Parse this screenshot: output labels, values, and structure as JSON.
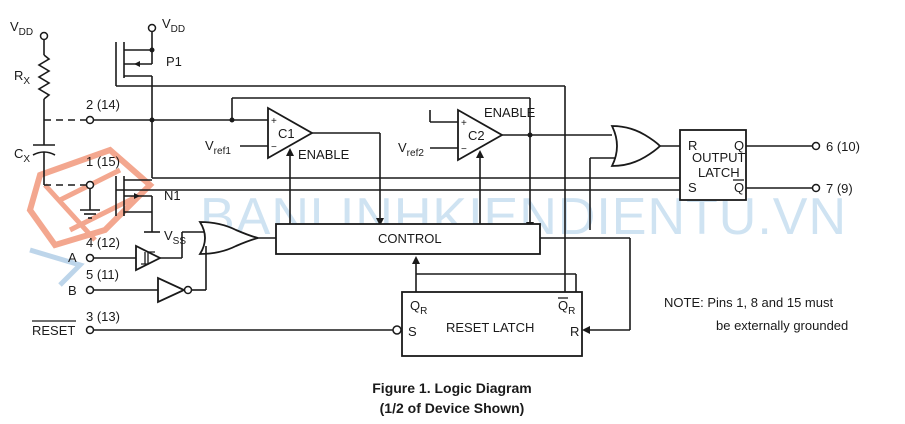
{
  "figure": {
    "caption_line1": "Figure 1. Logic Diagram",
    "caption_line2": "(1/2 of Device Shown)"
  },
  "watermark": {
    "text": "BANLINHKIENDIENTU.VN",
    "color": "#cfe3f2",
    "logo_color": "#f08a6a"
  },
  "supply": {
    "vdd_main": "V",
    "vdd_main_sub": "DD",
    "vdd_p1": "V",
    "vdd_p1_sub": "DD",
    "vss": "V",
    "vss_sub": "SS"
  },
  "components": {
    "rx": "R",
    "rx_sub": "X",
    "cx": "C",
    "cx_sub": "X",
    "p1": "P1",
    "n1": "N1",
    "c1": "C1",
    "c2": "C2",
    "vref1": "V",
    "vref1_sub": "ref1",
    "vref2": "V",
    "vref2_sub": "ref2",
    "c1_plus": "+",
    "c1_minus": "−",
    "c2_plus": "+",
    "c2_minus": "−",
    "enable1": "ENABLE",
    "enable2": "ENABLE",
    "control": "CONTROL",
    "output_latch_line1": "OUTPUT",
    "output_latch_line2": "LATCH",
    "ol_r": "R",
    "ol_s": "S",
    "ol_q": "Q",
    "ol_qbar": "Q",
    "reset_latch": "RESET LATCH",
    "rl_q": "Q",
    "rl_q_sub": "R",
    "rl_qbar": "Q",
    "rl_qbar_sub": "R",
    "rl_s": "S",
    "rl_r": "R"
  },
  "pins": {
    "pin2": "2  (14)",
    "pin1": "1  (15)",
    "pin4": "4  (12)",
    "pin5": "5  (11)",
    "pin3": "3  (13)",
    "pin6": "6  (10)",
    "pin7": "7   (9)",
    "a": "A",
    "b": "B",
    "reset": "RESET"
  },
  "note": {
    "line1": "NOTE: Pins 1, 8 and 15 must",
    "line2": "be externally grounded"
  }
}
